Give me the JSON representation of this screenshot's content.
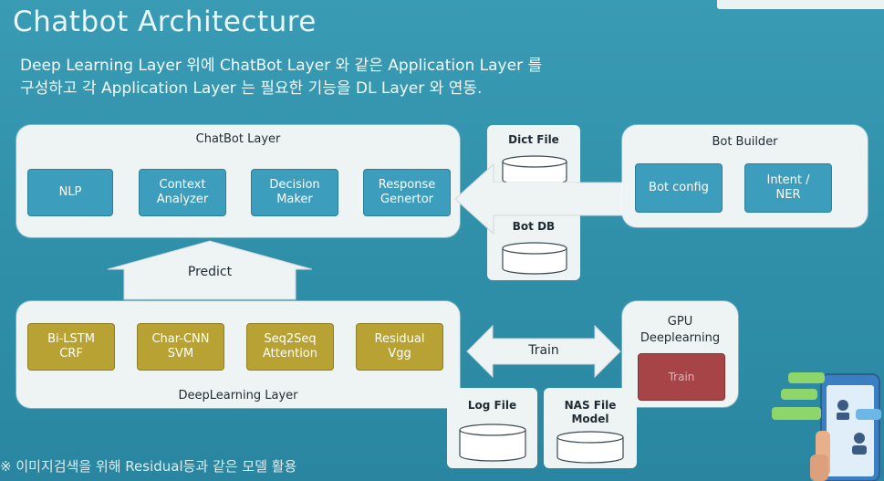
{
  "title": "Chatbot Architecture",
  "subtitle": {
    "line1": "Deep Learning Layer 위에 ChatBot Layer 와 같은 Application Layer 를",
    "line2": "구성하고 각 Application Layer 는 필요한 기능을 DL Layer 와 연동."
  },
  "chatbot_layer": {
    "title": "ChatBot Layer",
    "modules": [
      {
        "line1": "NLP",
        "line2": ""
      },
      {
        "line1": "Context",
        "line2": "Analyzer"
      },
      {
        "line1": "Decision",
        "line2": "Maker"
      },
      {
        "line1": "Response",
        "line2": "Genertor"
      }
    ]
  },
  "predict_label": "Predict",
  "deeplearning_layer": {
    "title": "DeepLearning Layer",
    "modules": [
      {
        "line1": "Bi-LSTM",
        "line2": "CRF"
      },
      {
        "line1": "Char-CNN",
        "line2": "SVM"
      },
      {
        "line1": "Seq2Seq",
        "line2": "Attention"
      },
      {
        "line1": "Residual",
        "line2": "Vgg"
      }
    ]
  },
  "dict_file": "Dict File",
  "bot_db": "Bot DB",
  "log_file": "Log File",
  "nas_file": {
    "line1": "NAS File",
    "line2": "Model"
  },
  "bot_builder": {
    "title": "Bot Builder",
    "bot_config": "Bot config",
    "intent": {
      "line1": "Intent /",
      "line2": "NER"
    }
  },
  "train_label": "Train",
  "gpu": {
    "line1": "GPU",
    "line2": "Deeplearning",
    "train_button": "Train"
  },
  "footnote": "※ 이미지검색을 위해 Residual등과 같은 모델 활용",
  "colors": {
    "background": "#3397b0",
    "panel": "#eef3f4",
    "blue_module": "#3c9dbd",
    "gold_module": "#b7a233",
    "red_module": "#a64447"
  }
}
